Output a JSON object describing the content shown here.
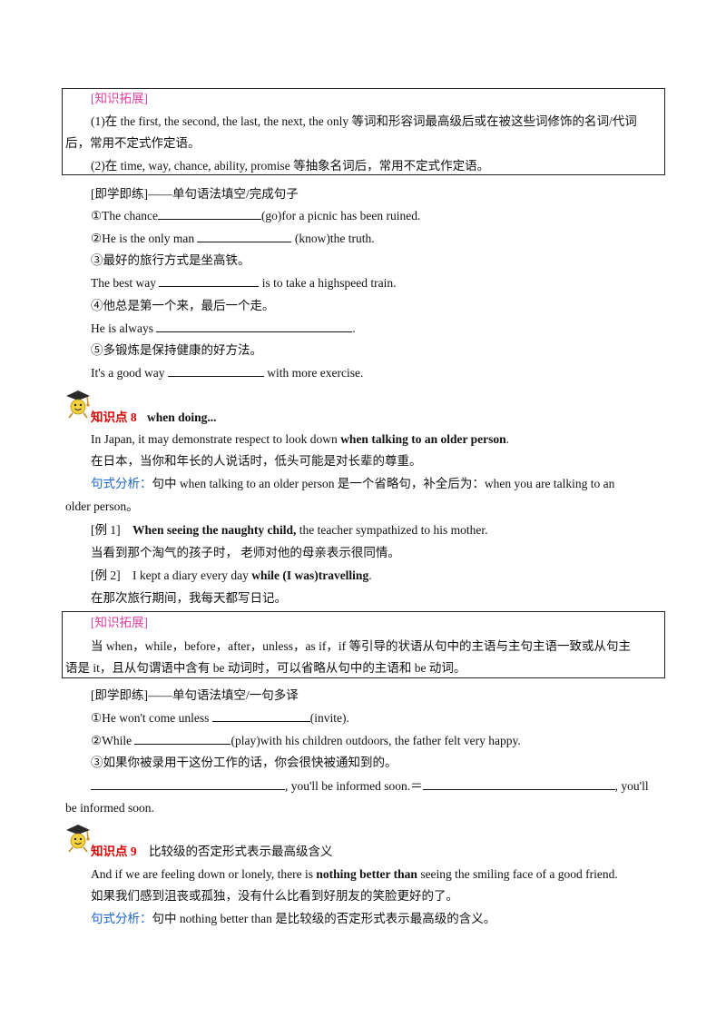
{
  "colors": {
    "pink": "#e040a0",
    "blue": "#1a66c8",
    "red": "#e00000"
  },
  "box1": {
    "title": "[知识拓展]",
    "p1a": "(1)在 the first, the second, the last, the next, the only 等词和形容词最高级后或在被这些词修饰的名词/代词",
    "p1b": "后，常用不定式作定语。",
    "p2": "(2)在 time, way, chance, ability, promise 等抽象名词后，常用不定式作定语。"
  },
  "practice1": {
    "header": "[即学即练]——单句语法填空/完成句子",
    "q1a": "①The chance",
    "q1b": "(go)for a picnic has been ruined.",
    "q2a": "②He is the only man ",
    "q2b": " (know)the truth.",
    "q3": "③最好的旅行方式是坐高铁。",
    "q3a": "The best way ",
    "q3b": " is to take a highspeed train.",
    "q4": "④他总是第一个来，最后一个走。",
    "q4a": "He is always ",
    "q4b": ".",
    "q5": "⑤多锻炼是保持健康的好方法。",
    "q5a": "It's a good way ",
    "q5b": " with more exercise."
  },
  "point8": {
    "icon": "doctor-cap-icon",
    "label": "知识点 8",
    "title": "when doing...",
    "sent_a": "In Japan, it may demonstrate respect to look down ",
    "sent_b": "when talking to an older person",
    "sent_c": ".",
    "trans": "在日本，当你和年长的人说话时，低头可能是对长辈的尊重。",
    "analysis_label": "句式分析：",
    "analysis_a": "句中 when talking to an older person 是一个省略句，补全后为：when you are talking to an",
    "analysis_b": "older person。",
    "ex1_label": "[例 1]",
    "ex1_bold": "When seeing the naughty child,",
    "ex1_rest": " the teacher sympathized to his mother.",
    "ex1_trans": "当看到那个淘气的孩子时， 老师对他的母亲表示很同情。",
    "ex2_label": "[例 2]",
    "ex2_a": "I kept a diary every day ",
    "ex2_b": "while (I was)travelling",
    "ex2_c": ".",
    "ex2_trans": "在那次旅行期间，我每天都写日记。"
  },
  "box2": {
    "title": "[知识拓展]",
    "p1": "当 when，while，before，after，unless，as if，if 等引导的状语从句中的主语与主句主语一致或从句主",
    "p2": "语是 it，且从句谓语中含有 be 动词时，可以省略从句中的主语和 be 动词。"
  },
  "practice2": {
    "header": "[即学即练]——单句语法填空/一句多译",
    "q1a": "①He won't come unless ",
    "q1b": "(invite).",
    "q2a": "②While ",
    "q2b": "(play)with his children outdoors, the father felt very happy.",
    "q3": "③如果你被录用干这份工作的话，你会很快被通知到的。",
    "q3a": ", you'll be informed soon.＝",
    "q3b": ", you'll",
    "q3c": "be informed soon."
  },
  "point9": {
    "icon": "doctor-cap-icon",
    "label": "知识点 9",
    "title": "比较级的否定形式表示最高级含义",
    "sent_a": "And if we are feeling down or lonely, there is ",
    "sent_b": "nothing better than",
    "sent_c": " seeing the smiling face of a good friend.",
    "trans": "如果我们感到沮丧或孤独，没有什么比看到好朋友的笑脸更好的了。",
    "analysis_label": "句式分析：",
    "analysis": "句中 nothing better than 是比较级的否定形式表示最高级的含义。"
  }
}
